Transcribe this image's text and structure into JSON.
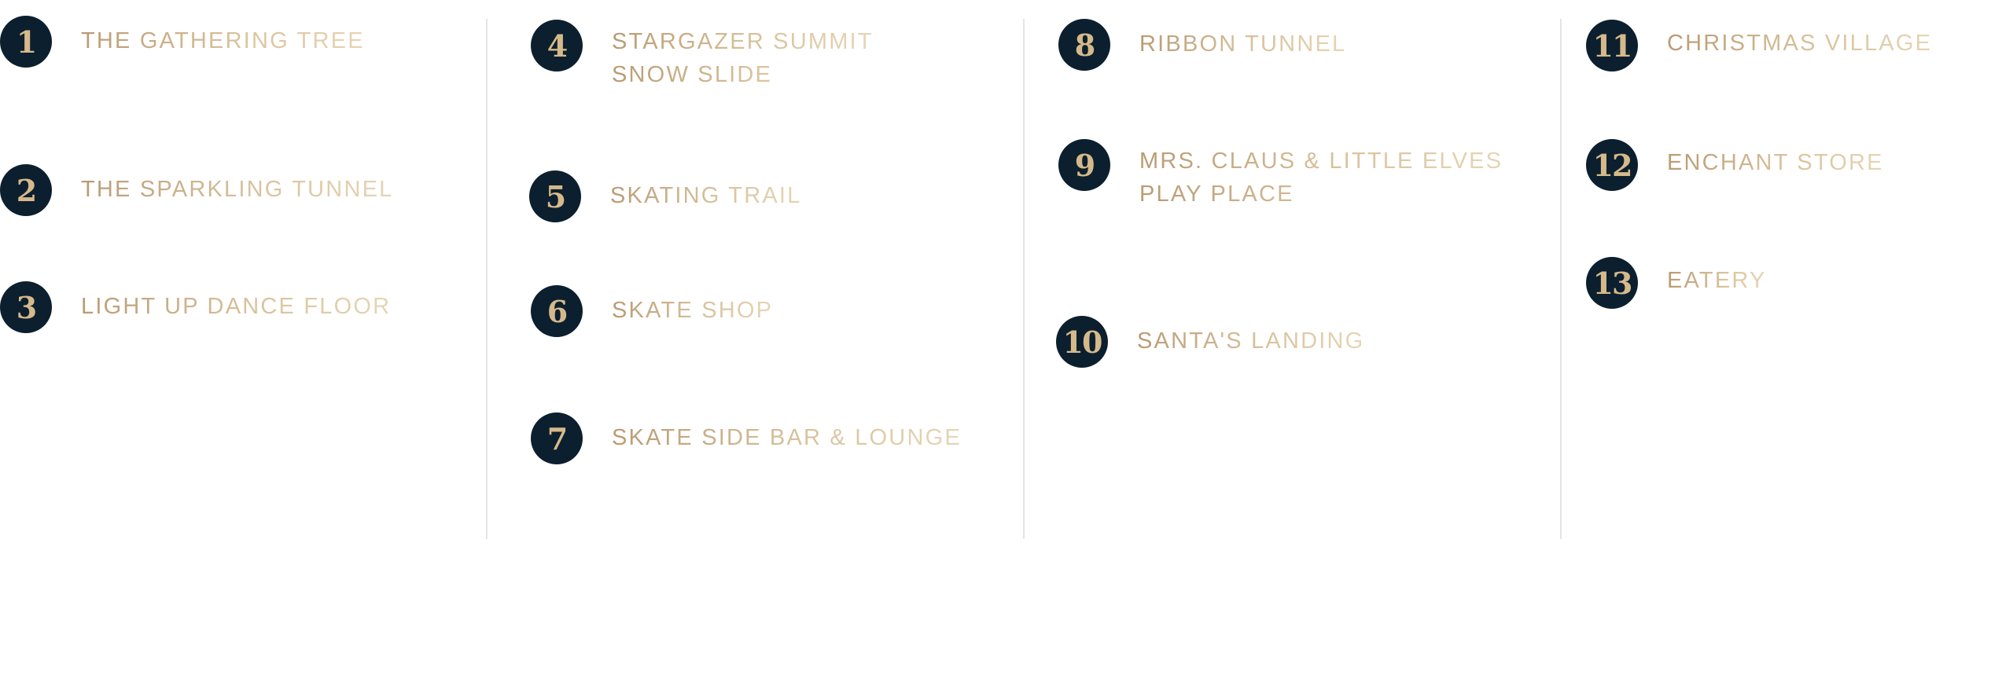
{
  "columns": [
    {
      "items": [
        {
          "number": "1",
          "label": "The Gathering Tree"
        },
        {
          "number": "2",
          "label": "The Sparkling Tunnel"
        },
        {
          "number": "3",
          "label": "Light Up Dance Floor"
        }
      ]
    },
    {
      "items": [
        {
          "number": "4",
          "label_line1": "Stargazer Summit",
          "label_line2": "Snow Slide"
        },
        {
          "number": "5",
          "label": "Skating Trail"
        },
        {
          "number": "6",
          "label": "Skate Shop"
        },
        {
          "number": "7",
          "label": "Skate Side Bar & Lounge"
        }
      ]
    },
    {
      "items": [
        {
          "number": "8",
          "label": "Ribbon Tunnel"
        },
        {
          "number": "9",
          "label_line1": "Mrs. Claus & Little Elves",
          "label_line2": "Play Place"
        },
        {
          "number": "10",
          "label": "Santa's Landing"
        }
      ]
    },
    {
      "items": [
        {
          "number": "11",
          "label": "Christmas Village"
        },
        {
          "number": "12",
          "label": "Enchant Store"
        },
        {
          "number": "13",
          "label": "Eatery"
        }
      ]
    }
  ],
  "colors": {
    "badge_background": "#0c1f2e",
    "badge_numeral": "#d6b98b",
    "label_gold_start": "#b99a72",
    "label_gold_end": "#e6d5b5",
    "divider": "#e4e4e4"
  }
}
